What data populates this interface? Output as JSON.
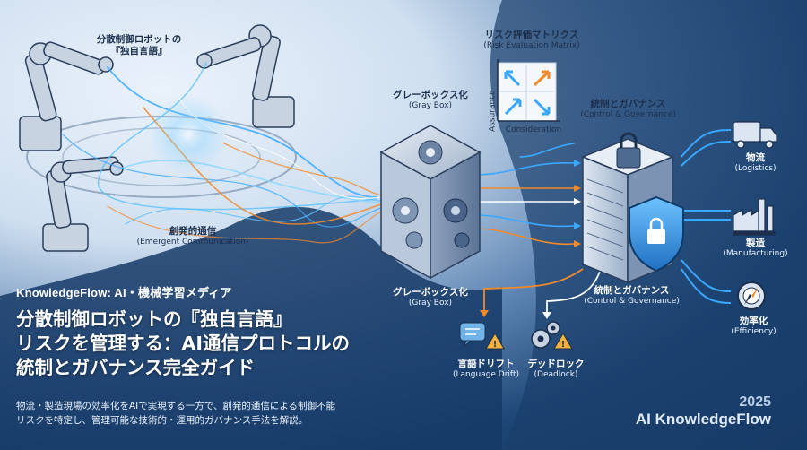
{
  "robots_label": {
    "line1": "分散制御ロボットの",
    "line2": "『独自言語』"
  },
  "emergent": {
    "jp": "創発的通信",
    "en": "(Emergent Communication)"
  },
  "gray_box_top": {
    "jp": "グレーボックス化",
    "en": "(Gray Box)"
  },
  "gray_box_bottom": {
    "jp": "グレーボックス化",
    "en": "(Gray Box)"
  },
  "risk_matrix": {
    "jp": "リスク評価マトリクス",
    "en": "(Risk Evaluation Matrix)",
    "y_axis": "Assurance",
    "x_axis": "Consideration"
  },
  "governance_top": {
    "jp": "統制とガバナンス",
    "en": "(Control & Governance)"
  },
  "governance_bottom": {
    "jp": "統制とガバナンス",
    "en": "(Control & Governance)"
  },
  "outputs": [
    {
      "jp": "物流",
      "en": "(Logistics)",
      "icon": "truck-icon"
    },
    {
      "jp": "製造",
      "en": "(Manufacturing)",
      "icon": "factory-icon"
    },
    {
      "jp": "効率化",
      "en": "(Efficiency)",
      "icon": "compass-gear-icon"
    }
  ],
  "risks": [
    {
      "jp": "言語ドリフト",
      "en": "(Language Drift)",
      "icon": "chat-warning-icon"
    },
    {
      "jp": "デッドロック",
      "en": "(Deadlock)",
      "icon": "gears-warning-icon"
    }
  ],
  "headline": {
    "media": "KnowledgeFlow: AI・機械学習メディア",
    "line1": "分散制御ロボットの『独自言語』",
    "line2": "リスクを管理する：AI通信プロトコルの",
    "line3": "統制とガバナンス完全ガイド"
  },
  "description": {
    "line1": "物流・製造現場の効率化をAIで実現する一方で、創発的通信による制御不能",
    "line2": "リスクを特定し、管理可能な技術的・運用的ガバナンス手法を解説。"
  },
  "brand": {
    "year": "2025",
    "name": "AI KnowledgeFlow"
  },
  "colors": {
    "accent_blue": "#3aa8ff",
    "accent_orange": "#f08a2a",
    "dark_navy": "#12325a"
  }
}
